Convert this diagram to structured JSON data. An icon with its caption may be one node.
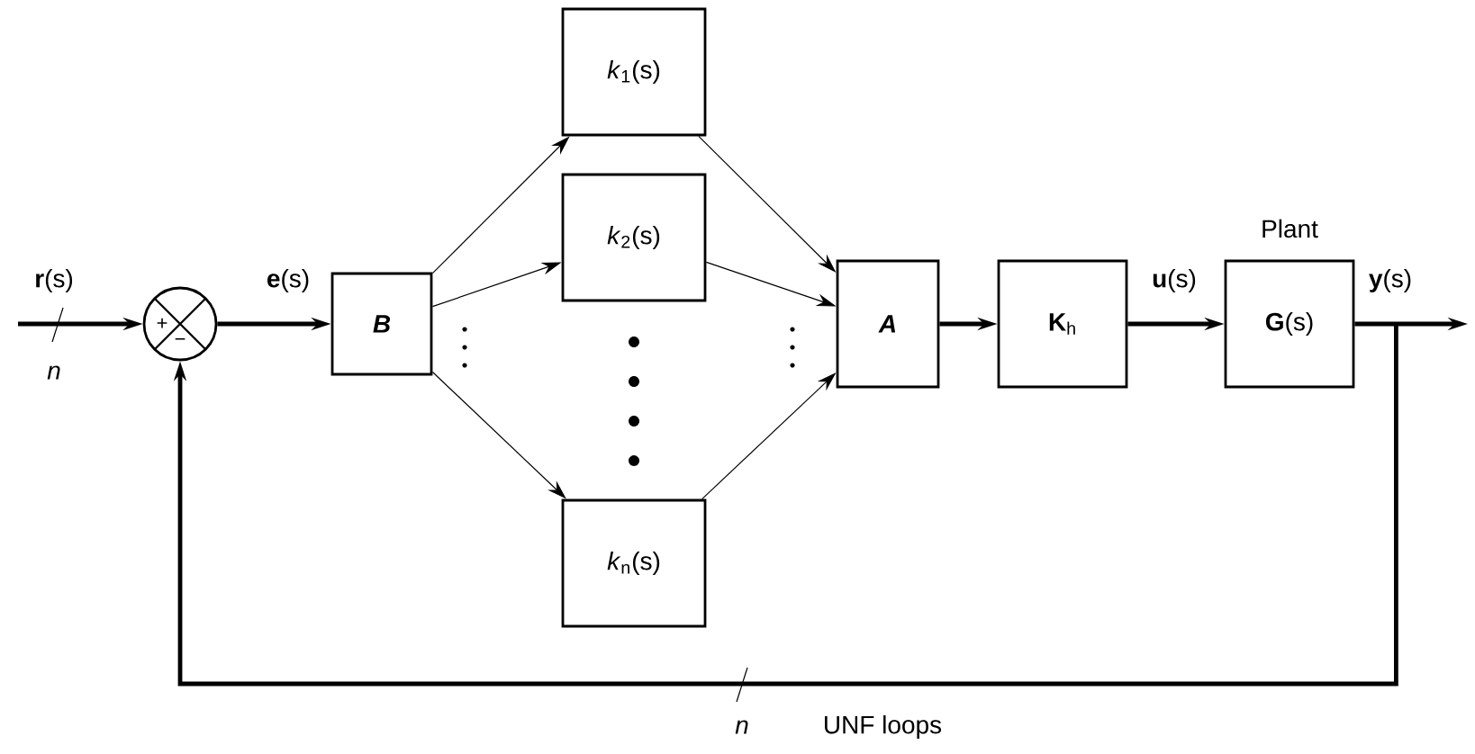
{
  "diagram": {
    "nodes": [
      {
        "text": [
          "+",
          "−"
        ]
      },
      {
        "text": [
          "B"
        ]
      },
      {
        "text": [
          "*k*$_{1}$(s)"
        ]
      },
      {
        "text": [
          "*k*$_{2}$(s)"
        ]
      },
      {
        "text": [
          "*k*$_{n}$(s)"
        ]
      },
      {
        "text": [
          "A"
        ]
      },
      {
        "text": [
          "**K**$_{h}$"
        ]
      },
      {
        "text": [
          "Plant",
          "**G**(s)"
        ]
      }
    ],
    "edges": [
      {
        "from": null,
        "to": 0,
        "arrow": "to",
        "label": "**r**(s)",
        "style": "thick"
      },
      {
        "from": 0,
        "to": 1,
        "arrow": "to",
        "label": "**e**(s)",
        "style": "thick"
      },
      {
        "from": 1,
        "to": 2,
        "arrow": "to"
      },
      {
        "from": 1,
        "to": 3,
        "arrow": "to"
      },
      {
        "from": 1,
        "to": 4,
        "arrow": "to"
      },
      {
        "from": 2,
        "to": 5,
        "arrow": "to"
      },
      {
        "from": 3,
        "to": 5,
        "arrow": "to"
      },
      {
        "from": 4,
        "to": 5,
        "arrow": "to"
      },
      {
        "from": 5,
        "to": 6,
        "arrow": "to",
        "style": "thick"
      },
      {
        "from": 6,
        "to": 7,
        "arrow": "to",
        "label": "**u**(s)",
        "style": "thick"
      },
      {
        "from": 7,
        "to": null,
        "arrow": "to",
        "label": "**y**(s)",
        "style": "thick"
      },
      {
        "from": 7,
        "to": 0,
        "arrow": "to",
        "style": "thick"
      }
    ],
    "labels": [
      "n",
      "n",
      "UNF loops"
    ]
  }
}
